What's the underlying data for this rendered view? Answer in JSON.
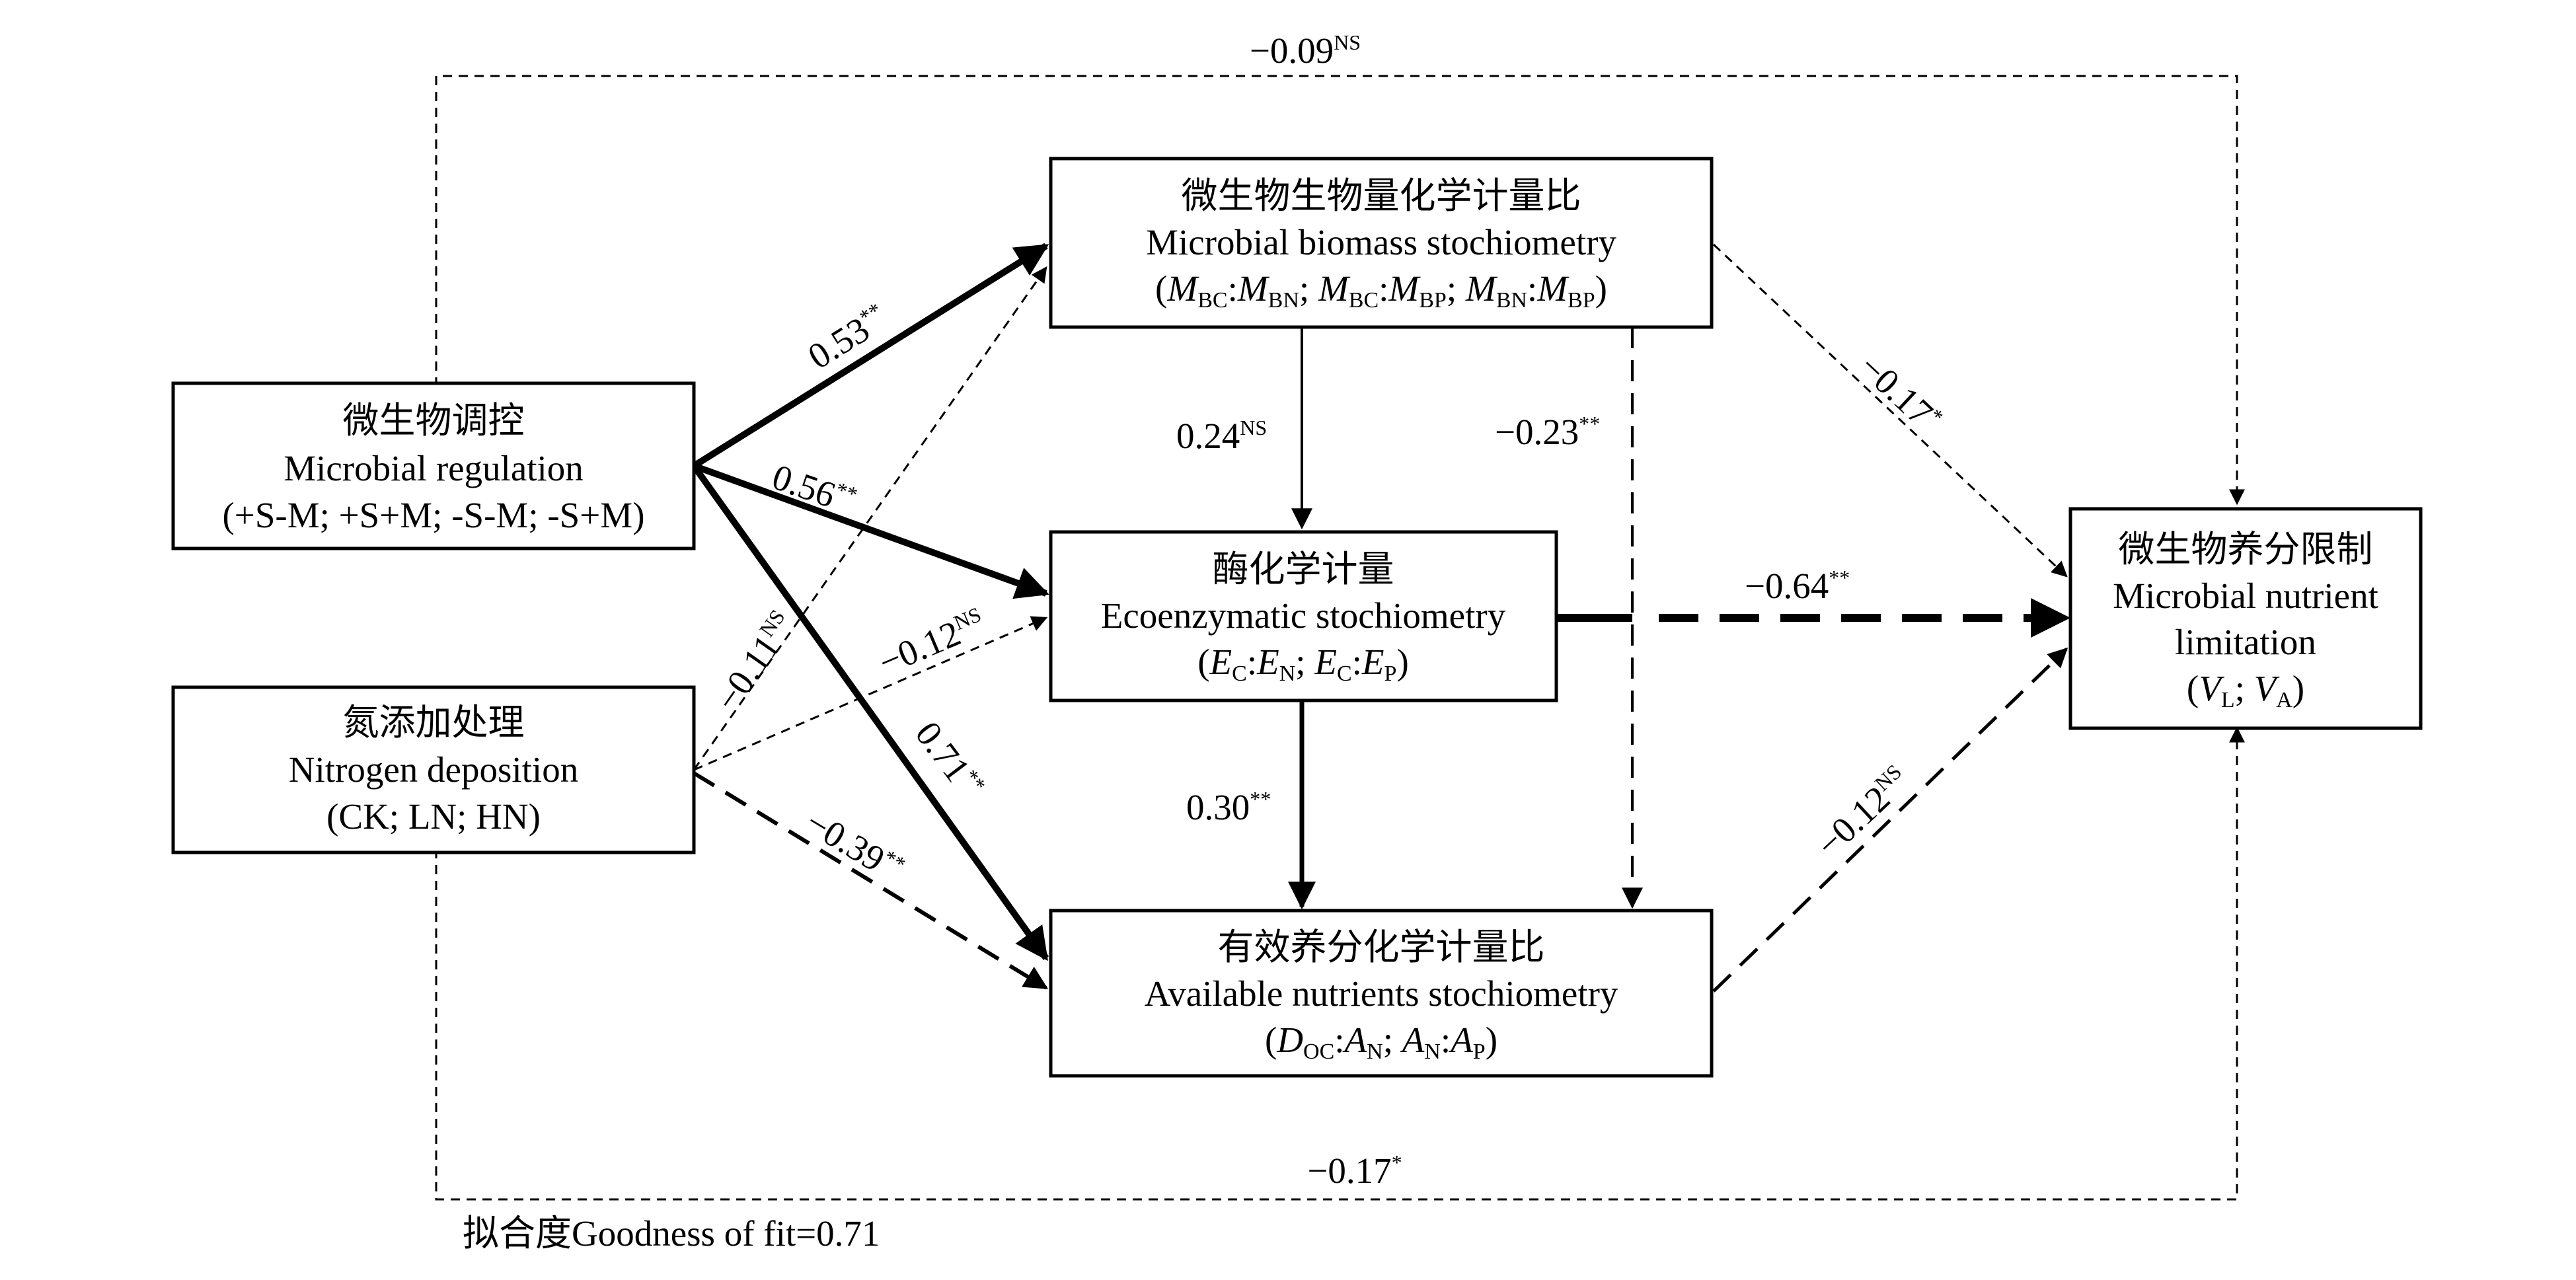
{
  "nodes": {
    "microbial_regulation": {
      "cn": "微生物调控",
      "en": "Microbial regulation",
      "vars": "(+S-M; +S+M; -S-M; -S+M)"
    },
    "nitrogen_deposition": {
      "cn": "氮添加处理",
      "en": "Nitrogen deposition",
      "vars": "(CK; LN; HN)"
    },
    "microbial_biomass": {
      "cn": "微生物生物量化学计量比",
      "en": "Microbial biomass stochiometry",
      "vars": {
        "open": "(",
        "t1": "M",
        "s1": "BC",
        "c1": ":",
        "t2": "M",
        "s2": "BN",
        "sep1": "; ",
        "t3": "M",
        "s3": "BC",
        "c2": ":",
        "t4": "M",
        "s4": "BP",
        "sep2": "; ",
        "t5": "M",
        "s5": "BN",
        "c3": ":",
        "t6": "M",
        "s6": "BP",
        "close": ")"
      }
    },
    "ecoenzymatic": {
      "cn": "酶化学计量",
      "en": "Ecoenzymatic stochiometry",
      "vars": {
        "open": "(",
        "t1": "E",
        "s1": "C",
        "c1": ":",
        "t2": "E",
        "s2": "N",
        "sep1": "; ",
        "t3": "E",
        "s3": "C",
        "c2": ":",
        "t4": "E",
        "s4": "P",
        "close": ")"
      }
    },
    "available_nutrients": {
      "cn": "有效养分化学计量比",
      "en": "Available nutrients stochiometry",
      "vars": {
        "open": "(",
        "t1": "D",
        "s1": "OC",
        "c1": ":",
        "t2": "A",
        "s2": "N",
        "sep1": "; ",
        "t3": "A",
        "s3": "N",
        "c2": ":",
        "t4": "A",
        "s4": "P",
        "close": ")"
      }
    },
    "nutrient_limitation": {
      "cn": "微生物养分限制",
      "en1": "Microbial nutrient",
      "en2": "limitation",
      "vars": {
        "open": "(",
        "t1": "V",
        "s1": "L",
        "sep1": "; ",
        "t2": "V",
        "s2": "A",
        "close": ")"
      }
    }
  },
  "paths": {
    "top_outer": {
      "value": "−0.09",
      "sig": "NS"
    },
    "bottom_outer": {
      "value": "−0.17",
      "sig": "*"
    },
    "mr_mb": {
      "value": "0.53",
      "sig": "**"
    },
    "mr_ec": {
      "value": "0.56",
      "sig": "**"
    },
    "mr_an": {
      "value": "0.71",
      "sig": "**"
    },
    "nd_mb": {
      "value": "−0.11",
      "sig": "NS"
    },
    "nd_ec": {
      "value": "−0.12",
      "sig": "NS"
    },
    "nd_an": {
      "value": "−0.39",
      "sig": "**"
    },
    "mb_ec": {
      "value": "0.24",
      "sig": "NS"
    },
    "mb_an": {
      "value": "−0.23",
      "sig": "**"
    },
    "mb_nl": {
      "value": "−0.17",
      "sig": "*"
    },
    "ec_an": {
      "value": "0.30",
      "sig": "**"
    },
    "ec_nl": {
      "value": "−0.64",
      "sig": "**"
    },
    "an_nl": {
      "value": "−0.12",
      "sig": "NS"
    }
  },
  "footer": {
    "goodness_of_fit": "拟合度Goodness of fit=0.71"
  }
}
